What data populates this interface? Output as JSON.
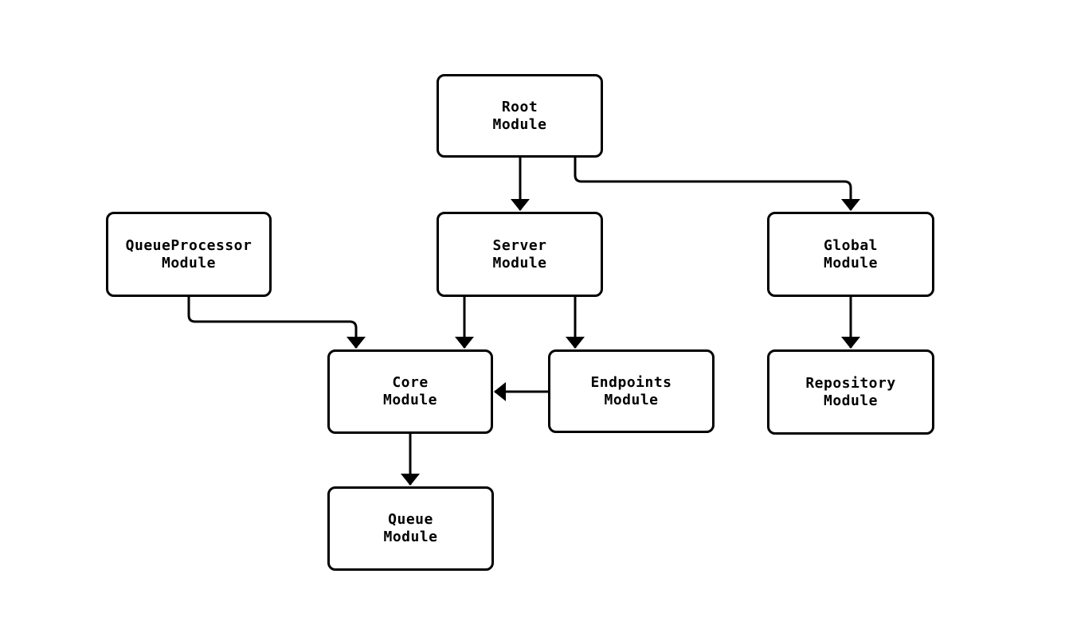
{
  "diagram": {
    "type": "flowchart",
    "background_color": "#ffffff",
    "node_fill_color": "#ffffff",
    "node_border_color": "#000000",
    "edge_color": "#000000",
    "text_color": "#000000",
    "nodes": [
      {
        "id": "root",
        "lines": [
          "Root",
          "Module"
        ]
      },
      {
        "id": "queueprocessor",
        "lines": [
          "QueueProcessor",
          "Module"
        ]
      },
      {
        "id": "server",
        "lines": [
          "Server",
          "Module"
        ]
      },
      {
        "id": "global",
        "lines": [
          "Global",
          "Module"
        ]
      },
      {
        "id": "core",
        "lines": [
          "Core",
          "Module"
        ]
      },
      {
        "id": "endpoints",
        "lines": [
          "Endpoints",
          "Module"
        ]
      },
      {
        "id": "repository",
        "lines": [
          "Repository",
          "Module"
        ]
      },
      {
        "id": "queue",
        "lines": [
          "Queue",
          "Module"
        ]
      }
    ],
    "edges": [
      {
        "from": "root",
        "to": "server"
      },
      {
        "from": "root",
        "to": "global"
      },
      {
        "from": "queueprocessor",
        "to": "core"
      },
      {
        "from": "server",
        "to": "core"
      },
      {
        "from": "server",
        "to": "endpoints"
      },
      {
        "from": "endpoints",
        "to": "core"
      },
      {
        "from": "global",
        "to": "repository"
      },
      {
        "from": "core",
        "to": "queue"
      }
    ]
  }
}
